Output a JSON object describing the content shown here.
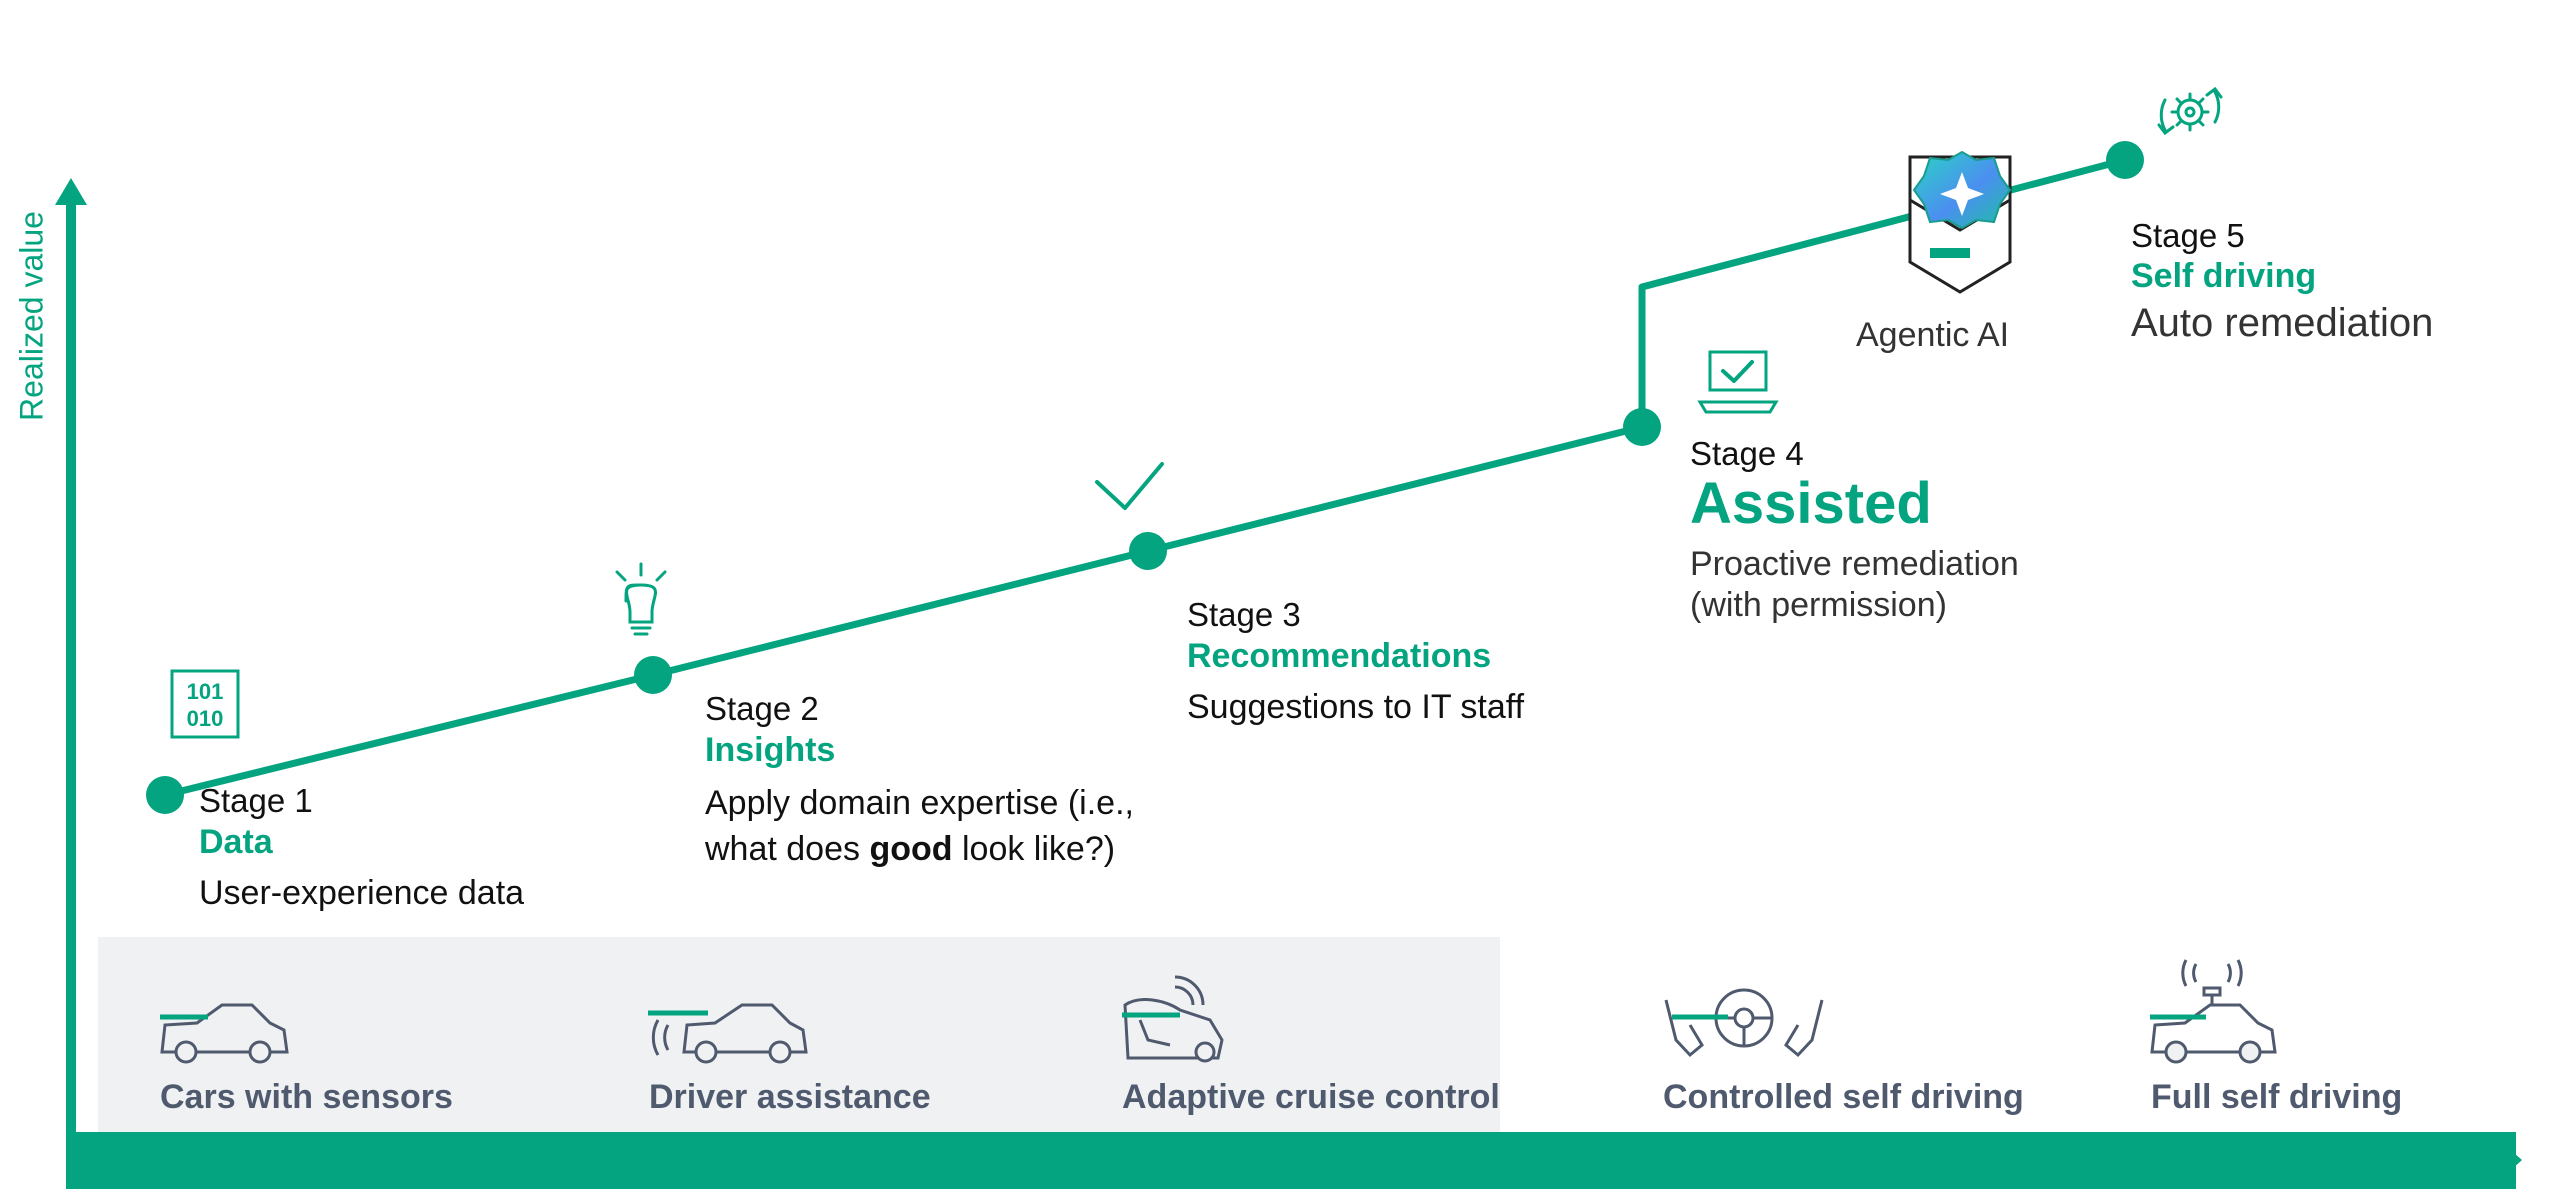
{
  "axis": {
    "y_label": "Realized value"
  },
  "stages": [
    {
      "number": "Stage 1",
      "name": "Data",
      "description": "User-experience data",
      "icon": "binary-101-010-icon"
    },
    {
      "number": "Stage 2",
      "name": "Insights",
      "description_line1": "Apply domain expertise (i.e.,",
      "description_line2_pre": "what does ",
      "description_line2_bold": "good",
      "description_line2_post": " look like?)",
      "icon": "lightbulb-icon"
    },
    {
      "number": "Stage 3",
      "name": "Recommendations",
      "description": "Suggestions to IT staff",
      "icon": "checkmark-icon"
    },
    {
      "number": "Stage 4",
      "name": "Assisted",
      "description_line1": "Proactive remediation",
      "description_line2": "(with permission)",
      "icon": "laptop-check-icon"
    },
    {
      "number": "Stage 5",
      "name": "Self driving",
      "description": "Auto remediation",
      "icon": "gear-refresh-icon"
    }
  ],
  "agentic": {
    "label": "Agentic AI",
    "icon": "agentic-ai-gear-icon"
  },
  "examples": [
    {
      "label": "Cars with sensors",
      "icon": "car-sensors-icon"
    },
    {
      "label": "Driver assistance",
      "icon": "car-driver-assist-icon"
    },
    {
      "label": "Adaptive cruise control",
      "icon": "car-cruise-control-icon"
    },
    {
      "label": "Controlled self driving",
      "icon": "steering-wheel-hands-icon"
    },
    {
      "label": "Full self driving",
      "icon": "car-self-driving-icon"
    }
  ],
  "colors": {
    "accent": "#03a47f",
    "text": "#111111",
    "muted": "#4f5a6e",
    "band": "#f0f1f3"
  }
}
